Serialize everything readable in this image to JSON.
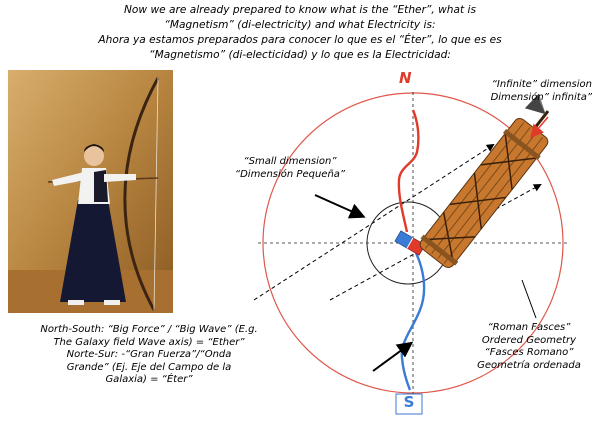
{
  "header": {
    "line1": "Now we are already prepared to know what is the “Ether”, what is",
    "line2": "“Magnetism” (di-electricity) and what Electricity is:",
    "line3": "Ahora ya estamos preparados para conocer  lo que es el “Éter”, lo que es es",
    "line4": "“Magnetismo” (di-electicidad) y lo que es la Electricidad:"
  },
  "labels": {
    "north": "N",
    "south": "S",
    "infinite_en": "“Infinite” dimension",
    "infinite_es": "Dimensión” infinita”",
    "small_en": "“Small dimension”",
    "small_es": "“Dimensión Pequeña”",
    "ns_line1": "North-South: “Big Force” / “Big Wave” (E.g.",
    "ns_line2": "The Galaxy field Wave axis) = “Ether”",
    "ns_line3": "Norte-Sur: -“Gran Fuerza”/“Onda",
    "ns_line4": "Grande” (Ej. Eje del Campo de la",
    "ns_line5": "Galaxia) = “Éter”",
    "fasces_en1": "“Roman Fasces”",
    "fasces_en2": "Ordered Geometry",
    "fasces_es1": "“Fasces Romano”",
    "fasces_es2": "Geometría ordenada"
  },
  "colors": {
    "north": "#e03a2a",
    "south": "#3a7bd5",
    "big_circle": "#e0564a",
    "fasces": "#c8782e"
  },
  "icons": {
    "archer_photo": "archer-photo",
    "fasces": "fasces-icon",
    "magnet": "magnet-icon"
  }
}
